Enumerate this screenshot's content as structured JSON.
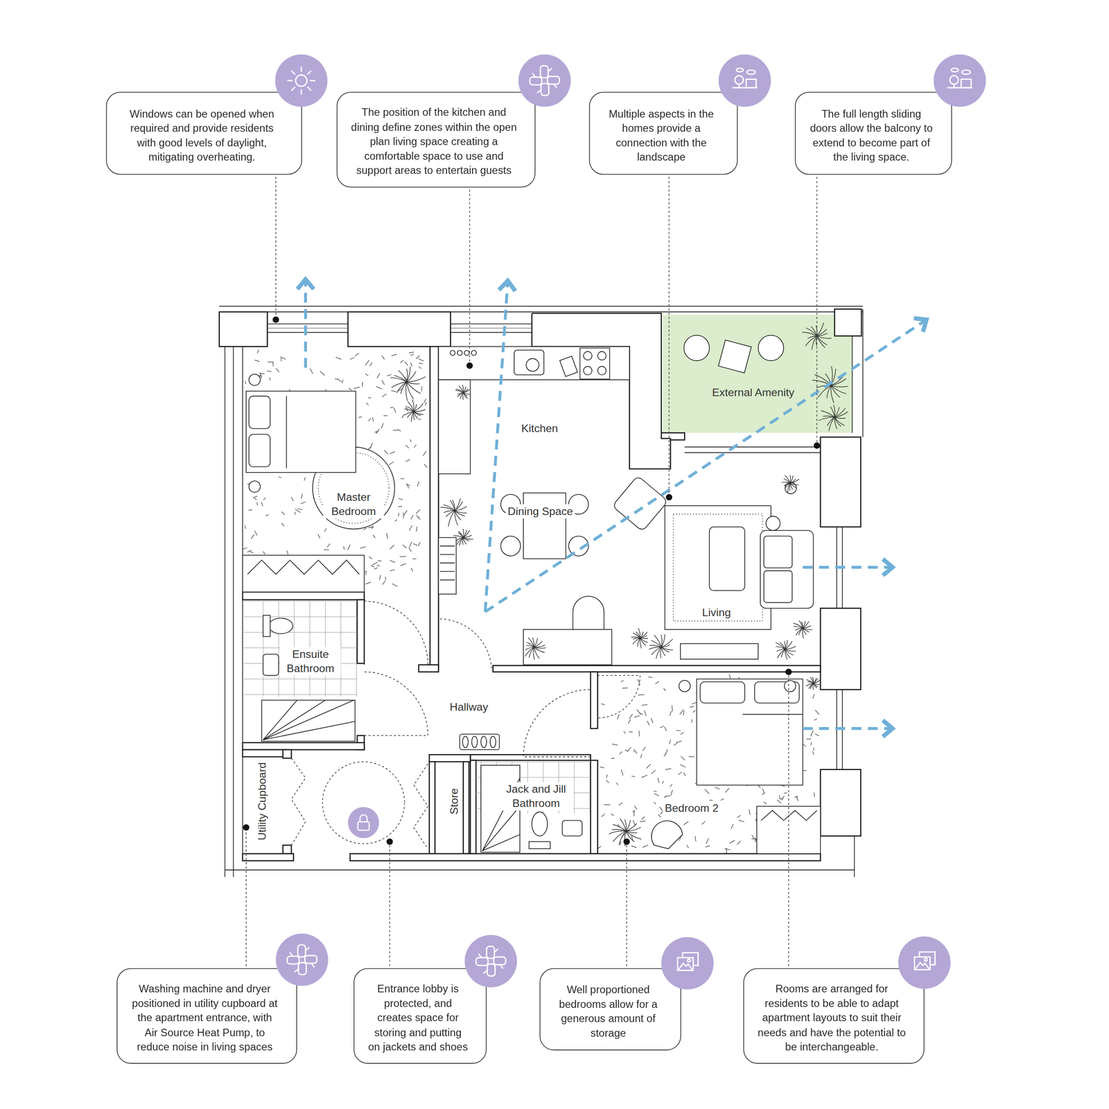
{
  "diagram": {
    "nodes": [
      {
        "text": [
          "Windows can be opened when required and provide residents with good levels of daylight, mitigating overheating."
        ]
      },
      {
        "text": [
          "The position of the kitchen and dining define zones within the open plan living space creating a comfortable space to use and support areas to entertain guests"
        ]
      },
      {
        "text": [
          "Multiple aspects in the homes provide a connection with the landscape"
        ]
      },
      {
        "text": [
          "The full length sliding doors allow the balcony to extend to become part of the living space."
        ]
      },
      {
        "text": [
          "Washing machine and dryer positioned in utility cupboard at the apartment entrance, with Air Source Heat Pump, to reduce noise in living spaces"
        ]
      },
      {
        "text": [
          "Entrance lobby is protected, and creates space for storing and putting on jackets and shoes"
        ]
      },
      {
        "text": [
          "Well proportioned bedrooms allow for a generous amount of storage"
        ]
      },
      {
        "text": [
          "Rooms are arranged for residents to be able to adapt apartment layouts to suit their needs and have the potential to be interchangeable."
        ]
      }
    ],
    "labels": [
      "Master Bedroom",
      "Kitchen",
      "External Amenity",
      "Dining Space",
      "Living",
      "Ensuite Bathroom",
      "Hallway",
      "Bedroom 2",
      "Jack and Jill Bathroom",
      "Utility Cupboard",
      "Store"
    ]
  }
}
